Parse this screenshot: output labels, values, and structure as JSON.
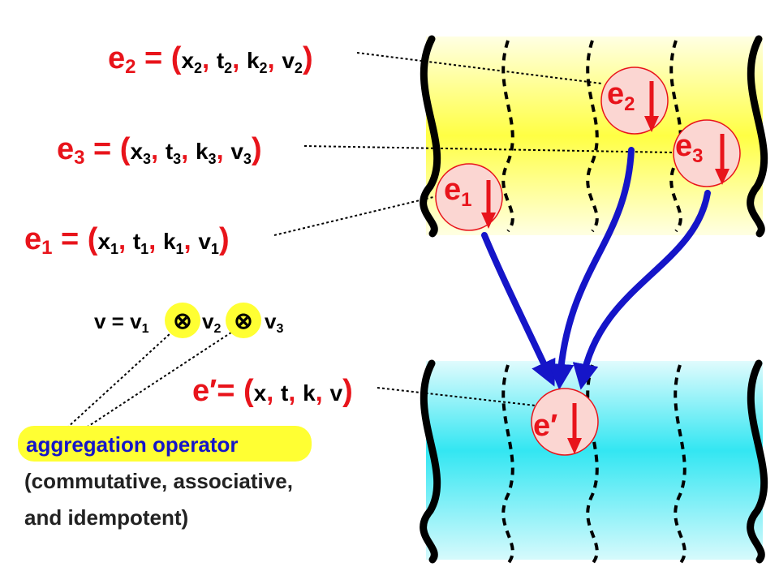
{
  "colors": {
    "red": "#e8141b",
    "blue": "#1515c8",
    "yellow": "#ffff44",
    "cyan": "#33e6f2",
    "highlight": "#ffff33",
    "node_fill": "#fbd6d2",
    "black": "#000000"
  },
  "tuples": [
    {
      "name": "e",
      "sub": "2",
      "eq": " = (",
      "parts": [
        {
          "v": "x",
          "s": "2"
        },
        {
          "v": "t",
          "s": "2"
        },
        {
          "v": "k",
          "s": "2"
        },
        {
          "v": "v",
          "s": "2"
        }
      ],
      "close": ")"
    },
    {
      "name": "e",
      "sub": "3",
      "eq": " = (",
      "parts": [
        {
          "v": "x",
          "s": "3"
        },
        {
          "v": "t",
          "s": "3"
        },
        {
          "v": "k",
          "s": "3"
        },
        {
          "v": "v",
          "s": "3"
        }
      ],
      "close": ")"
    },
    {
      "name": "e",
      "sub": "1",
      "eq": " = (",
      "parts": [
        {
          "v": "x",
          "s": "1"
        },
        {
          "v": "t",
          "s": "1"
        },
        {
          "v": "k",
          "s": "1"
        },
        {
          "v": "v",
          "s": "1"
        }
      ],
      "close": ")"
    },
    {
      "name": "e′",
      "sub": "",
      "eq": "= (",
      "parts": [
        {
          "v": "x",
          "s": ""
        },
        {
          "v": "t",
          "s": ""
        },
        {
          "v": "k",
          "s": ""
        },
        {
          "v": "v",
          "s": ""
        }
      ],
      "close": ")"
    }
  ],
  "separator": ", ",
  "aggregation": {
    "lhs": "v = v",
    "terms": [
      "1",
      "2",
      "3"
    ],
    "operator_symbol": "⊗",
    "v": "v"
  },
  "operator_label": "aggregation operator",
  "operator_description": [
    "(commutative, associative,",
    "and idempotent)"
  ],
  "nodes": [
    {
      "label": "e",
      "sub": "1"
    },
    {
      "label": "e",
      "sub": "2"
    },
    {
      "label": "e",
      "sub": "3"
    },
    {
      "label": "e′",
      "sub": ""
    }
  ]
}
